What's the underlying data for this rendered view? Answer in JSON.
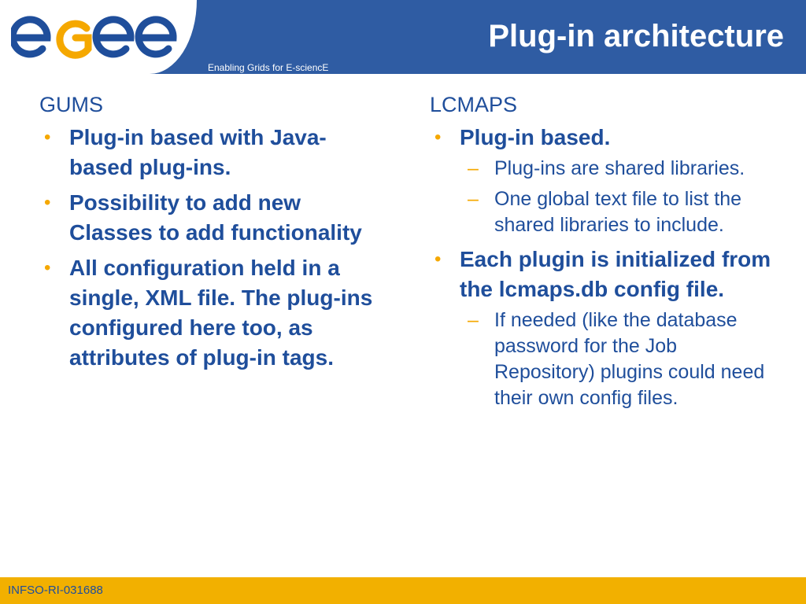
{
  "header": {
    "logo_alt": "egee",
    "tagline": "Enabling Grids for E-sciencE",
    "title": "Plug-in architecture",
    "colors": {
      "band": "#2f5ca3",
      "logo_blue": "#1f4e9b",
      "logo_orange": "#f5a800"
    }
  },
  "left": {
    "heading": "GUMS",
    "bullets": [
      {
        "text": "Plug-in based with Java-based plug-ins."
      },
      {
        "text": "Possibility to add new Classes to add functionality"
      },
      {
        "text": "All configuration held in a single, XML file. The plug-ins configured here too, as attributes of plug-in tags."
      }
    ]
  },
  "right": {
    "heading": "LCMAPS",
    "bullets": [
      {
        "text": "Plug-in based.",
        "subs": [
          {
            "text": "Plug-ins are shared libraries."
          },
          {
            "text": "One global text file to list the shared libraries to include."
          }
        ]
      },
      {
        "text": "Each plugin is initialized from the lcmaps.db config file.",
        "subs": [
          {
            "text": "If needed (like the database password for the Job Repository) plugins could need their own config files."
          }
        ]
      }
    ]
  },
  "footer": {
    "text": "INFSO-RI-031688",
    "color": "#f2b000"
  },
  "glyphs": {
    "bullet": "•",
    "dash": "–"
  }
}
